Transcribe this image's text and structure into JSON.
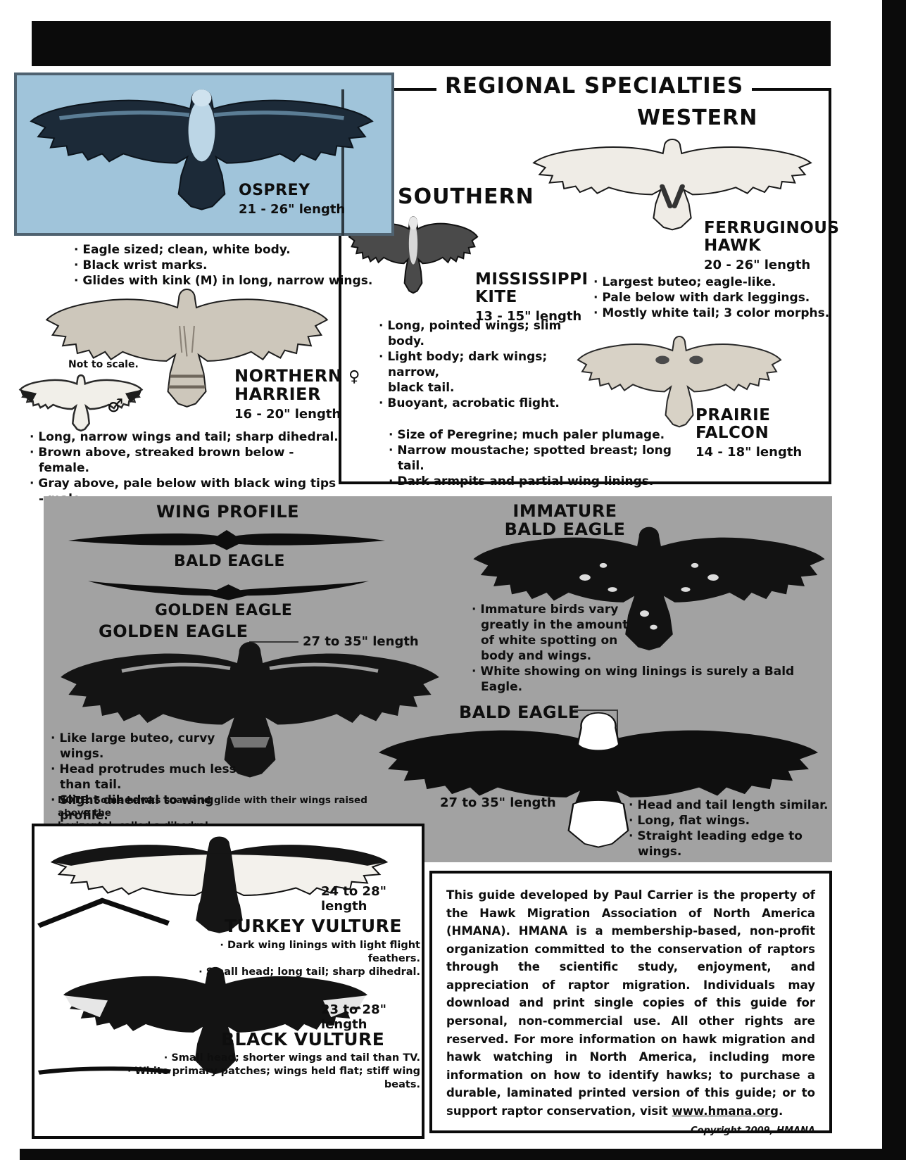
{
  "regional": {
    "title": "REGIONAL SPECIALTIES",
    "western": "WESTERN",
    "southern": "SOUTHERN"
  },
  "osprey": {
    "name": "OSPREY",
    "length": "21 - 26\" length",
    "bullets": [
      "Eagle sized; clean, white body.",
      "Black wrist marks.",
      "Glides with kink (M) in long, narrow wings."
    ]
  },
  "ferruginous": {
    "name1": "FERRUGINOUS",
    "name2": "HAWK",
    "length": "20 - 26\" length",
    "bullets": [
      "Largest buteo; eagle-like.",
      "Pale below with dark leggings.",
      "Mostly white tail; 3 color morphs."
    ]
  },
  "kite": {
    "name1": "MISSISSIPPI",
    "name2": "KITE",
    "length": "13 - 15\" length",
    "bullets": [
      "Long, pointed wings; slim body.",
      "Light body; dark wings; narrow,\nblack tail.",
      "Buoyant, acrobatic flight."
    ]
  },
  "prairie": {
    "name": "PRAIRIE FALCON",
    "length": "14 - 18\" length",
    "bullets": [
      "Size of Peregrine; much paler plumage.",
      "Narrow moustache; spotted breast; long tail.",
      "Dark armpits and partial wing linings."
    ]
  },
  "harrier": {
    "name1": "NORTHERN",
    "female_symbol": "♀",
    "name2": "HARRIER",
    "length": "16 - 20\" length",
    "not_to_scale": "Not to scale.",
    "male_symbol": "♂",
    "bullets": [
      "Long, narrow wings and tail; sharp dihedral.",
      "Brown above, streaked brown below - female.",
      "Gray above, pale below with black wing tips - male."
    ]
  },
  "eagle_panel": {
    "wing_profile_title": "WING PROFILE",
    "bald_profile_label": "BALD EAGLE",
    "golden_profile_label": "GOLDEN EAGLE",
    "golden": {
      "name": "GOLDEN EAGLE",
      "length": "27 to 35\" length",
      "bullets": [
        "Like large buteo, curvy wings.",
        "Head protrudes much less\nthan tail.",
        "Slight dihedral to wing profile."
      ],
      "note": "NOTE: Some hawks soar and glide with their wings raised above the\nhorizontal, called a dihedral."
    },
    "immature": {
      "name1": "IMMATURE",
      "name2": "BALD EAGLE",
      "bullets": [
        "Immature birds vary\ngreatly in the amount\nof white spotting on\nbody and wings.",
        "White showing on wing linings is surely a Bald Eagle."
      ]
    },
    "bald": {
      "name": "BALD EAGLE",
      "length": "27 to 35\" length",
      "bullets": [
        "Head and tail length similar.",
        "Long, flat wings.",
        "Straight leading edge to wings."
      ]
    }
  },
  "vultures": {
    "turkey": {
      "name": "TURKEY VULTURE",
      "length": "24 to 28\" length",
      "bullets": [
        "Dark wing linings with light flight feathers.",
        "Small head; long tail; sharp dihedral."
      ]
    },
    "black": {
      "name": "BLACK VULTURE",
      "length": "23 to 28\" length",
      "bullets": [
        "Small head; shorter wings and tail than TV.",
        "White primary patches; wings held flat; stiff wing beats."
      ]
    }
  },
  "info": {
    "body": "This guide developed by Paul Carrier is the property of the Hawk Migration Association of North America (HMANA). HMANA is a membership-based, non-profit organization committed to the conservation of raptors through the scientific study, enjoyment, and appreciation of raptor migration. Individuals may download and print single copies of this guide for personal, non-commercial use. All other rights are reserved. For more information on hawk migration and hawk watching in North America, including more information on how to identify hawks; to purchase a durable, laminated printed version of this guide; or to support raptor conservation, visit ",
    "link": "www.hmana.org",
    "after_link": ".",
    "copyright": "Copyright 2009, HMANA"
  },
  "colors": {
    "highlight_blue": "#a0c4da",
    "panel_gray": "#a2a2a2",
    "ink": "#0b0b0b"
  }
}
